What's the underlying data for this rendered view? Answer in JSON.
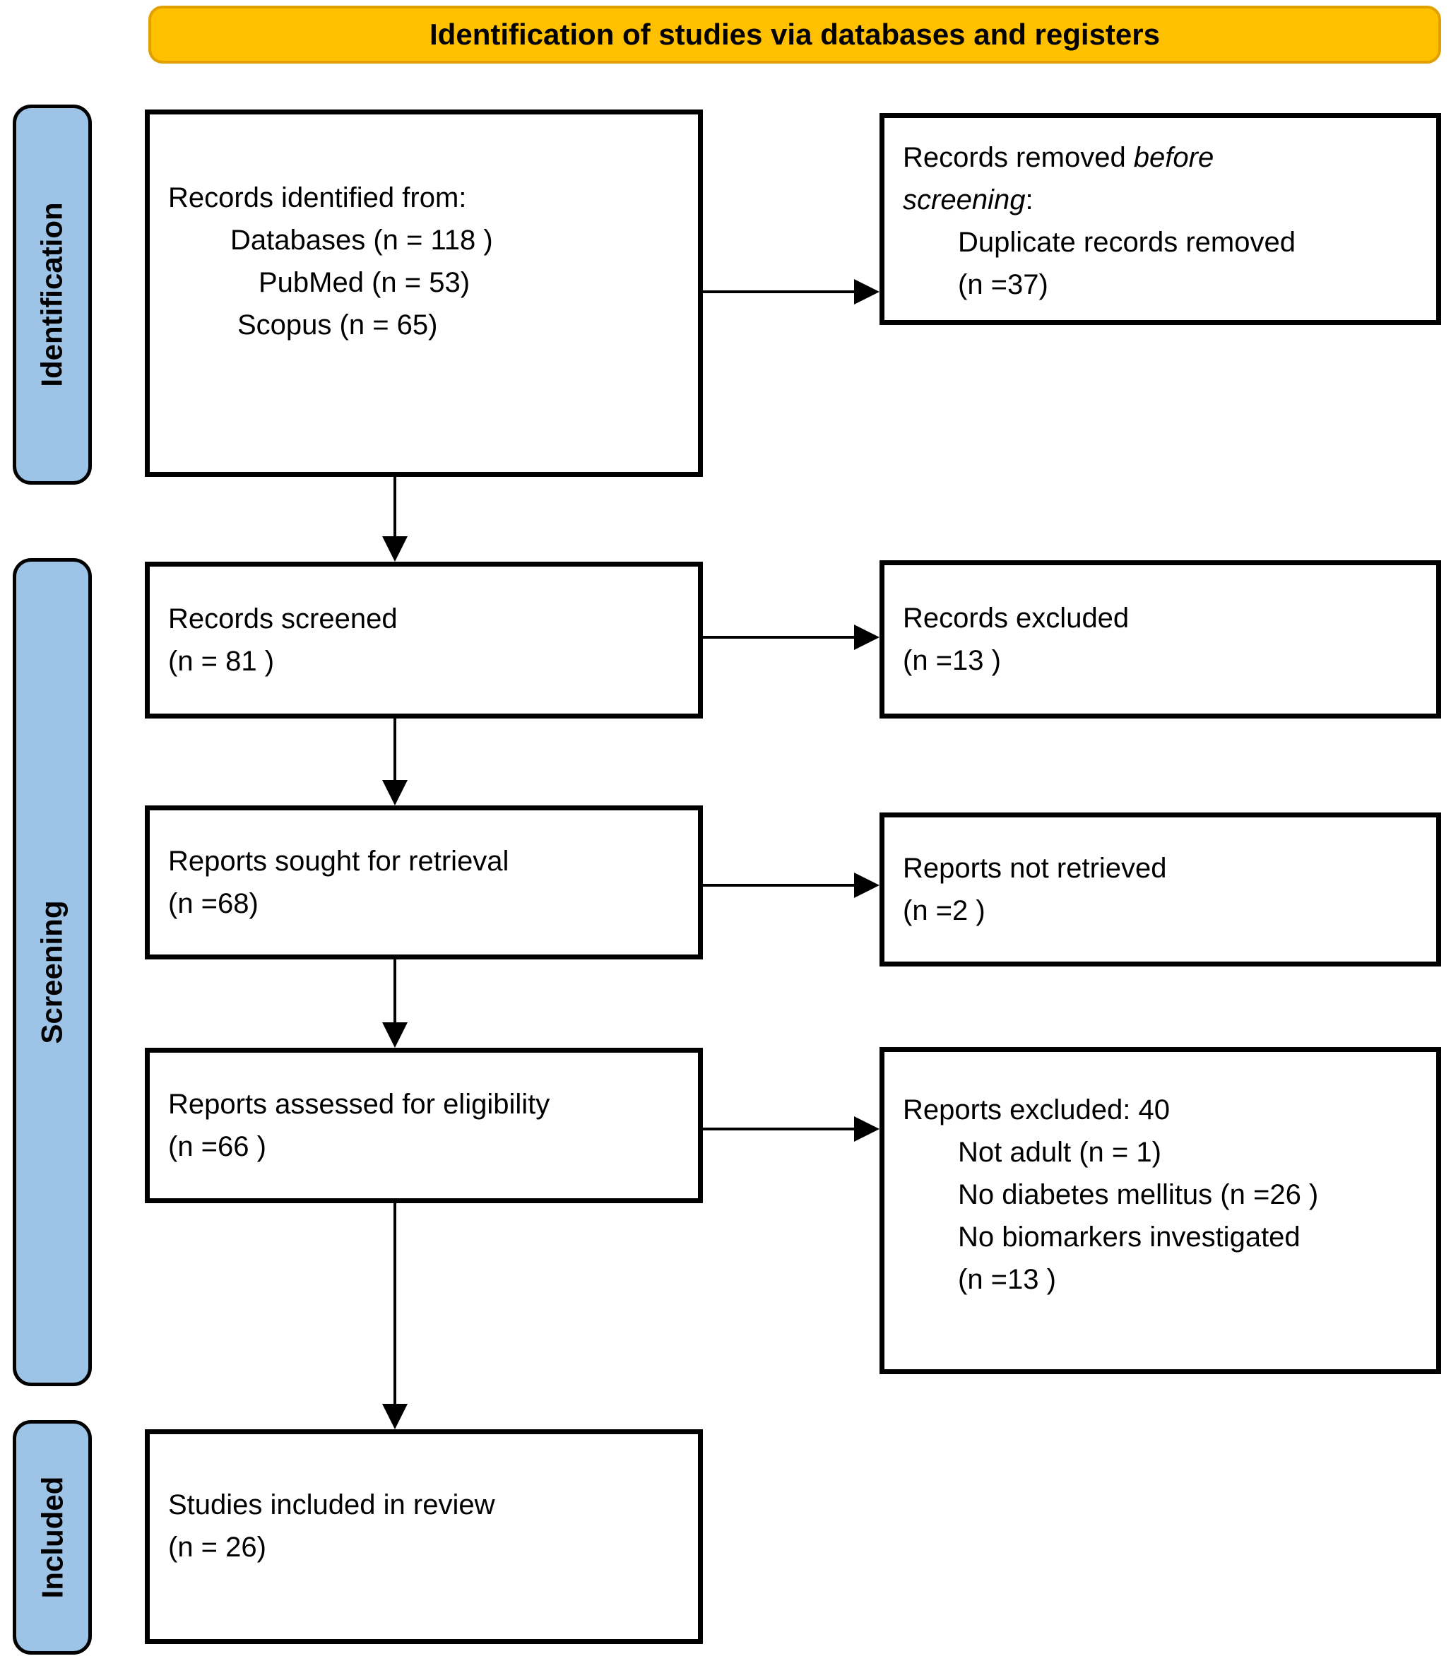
{
  "header": {
    "title": "Identification of studies via databases and registers"
  },
  "stages": [
    {
      "label": "Identification"
    },
    {
      "label": "Screening"
    },
    {
      "label": "Included"
    }
  ],
  "boxes": {
    "identified": {
      "line1": "Records identified from:",
      "line2": "Databases (n = 118 )",
      "line3": "PubMed (n = 53)",
      "line4": "Scopus (n = 65)"
    },
    "removed_before_screening": {
      "line1_regular": "Records removed ",
      "line1_italic": "before",
      "line2_italic": "screening",
      "line2_regular": ":",
      "line3": "Duplicate records removed",
      "line4": "(n =37)"
    },
    "screened": {
      "line1": "Records screened",
      "line2": "(n = 81 )"
    },
    "records_excluded": {
      "line1": "Records excluded",
      "line2": "(n =13 )"
    },
    "sought": {
      "line1": "Reports sought for retrieval",
      "line2": "(n =68)"
    },
    "not_retrieved": {
      "line1": "Reports not retrieved",
      "line2": "(n =2 )"
    },
    "assessed": {
      "line1": "Reports assessed for eligibility",
      "line2": "(n =66 )"
    },
    "reports_excluded": {
      "line1": "Reports excluded: 40",
      "line2": "Not adult (n = 1)",
      "line3": "No diabetes mellitus (n =26 )",
      "line4": "No biomarkers investigated",
      "line5": "(n =13 )"
    },
    "included_in_review": {
      "line1": "Studies included in review",
      "line2": "(n = 26)"
    }
  },
  "colors": {
    "banner_fill": "#FFC000",
    "banner_border": "#E0A000",
    "stage_fill": "#9DC3E6",
    "box_border": "#000000",
    "box_fill": "#FFFFFF",
    "arrow": "#000000"
  }
}
